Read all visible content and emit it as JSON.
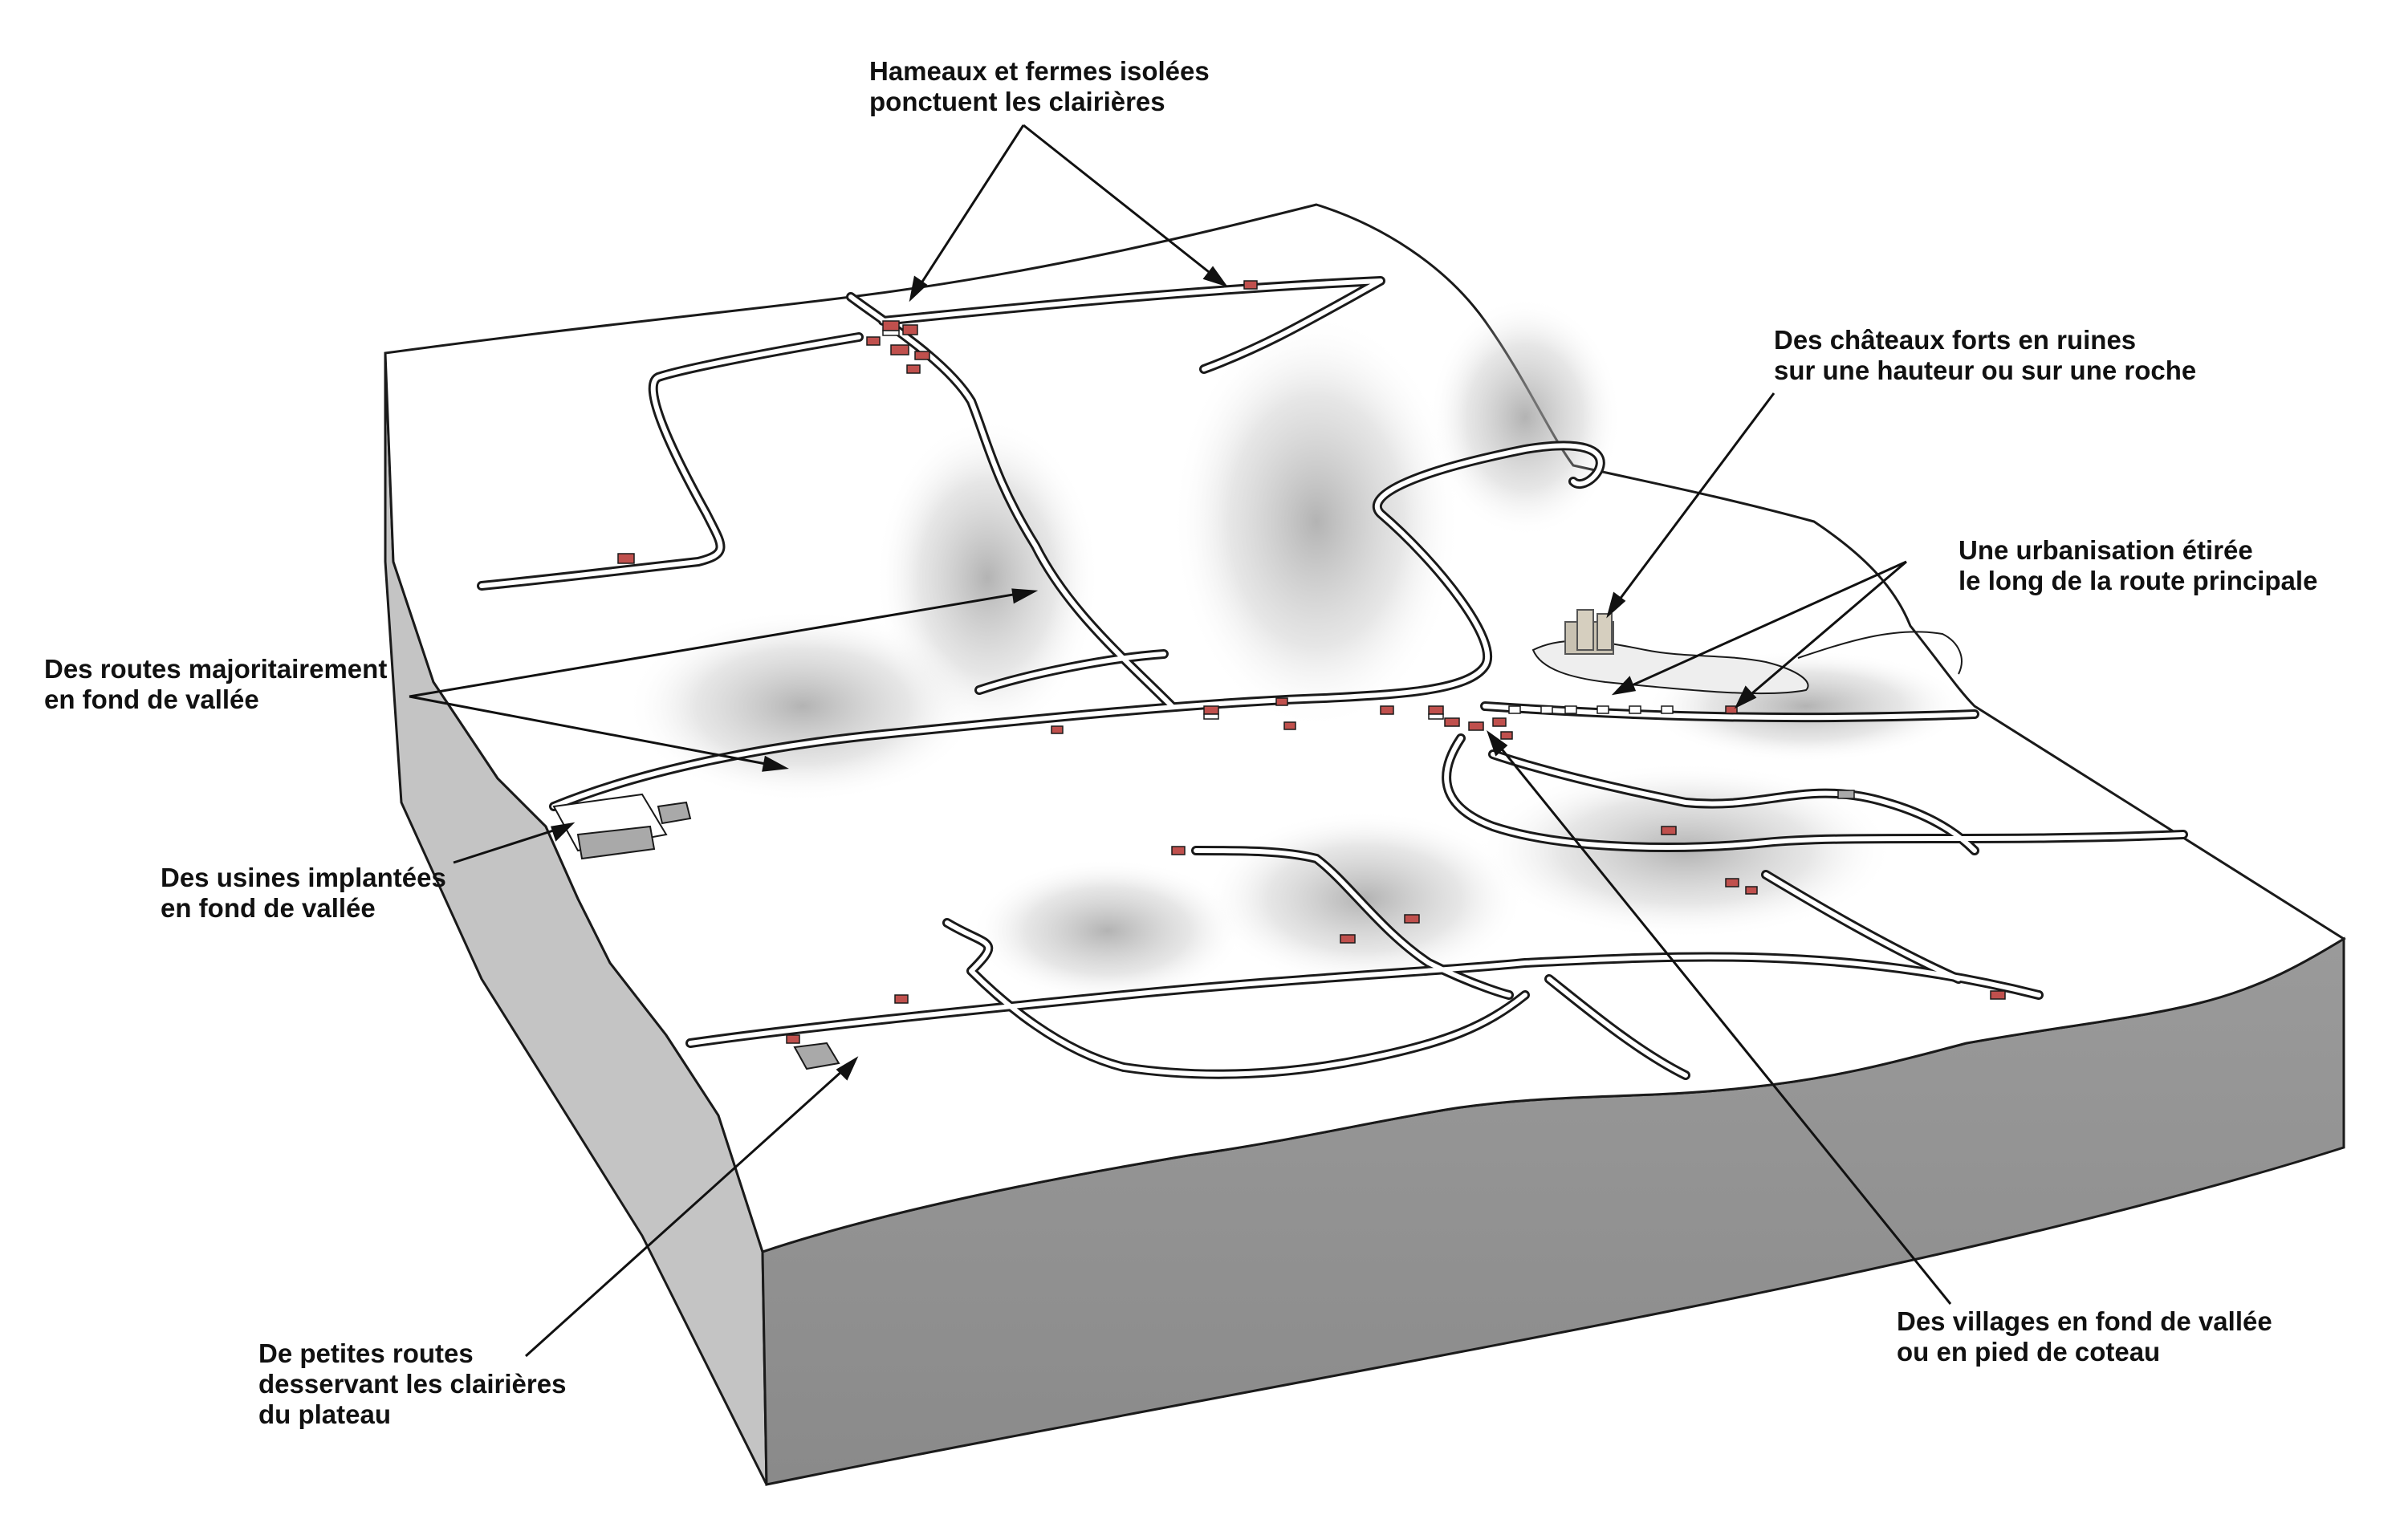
{
  "annotations": [
    {
      "id": "hamlets",
      "lines": [
        "Hameaux et fermes isolées",
        "ponctuent les clairières"
      ]
    },
    {
      "id": "castles",
      "lines": [
        "Des châteaux forts en ruines",
        "sur une hauteur ou sur une roche"
      ]
    },
    {
      "id": "urbanisation",
      "lines": [
        "Une urbanisation étirée",
        "le long de la route principale"
      ]
    },
    {
      "id": "valley-roads",
      "lines": [
        "Des routes majoritairement",
        "en fond de vallée"
      ]
    },
    {
      "id": "factories",
      "lines": [
        "Des usines implantées",
        "en fond de vallée"
      ]
    },
    {
      "id": "small-roads",
      "lines": [
        "De petites routes",
        "desservant les clairières",
        "du plateau"
      ]
    },
    {
      "id": "villages",
      "lines": [
        "Des villages en fond de vallée",
        "ou en pied de coteau"
      ]
    }
  ],
  "colors": {
    "side_face": "#8f8f8f",
    "side_face_left": "#c4c4c4",
    "terrain": "#ffffff",
    "terrain_shade": "#c9c9c9",
    "road": "#ffffff",
    "outline": "#1a1a1a",
    "roof": "#c0504d",
    "factory": "#a9a9a9"
  }
}
